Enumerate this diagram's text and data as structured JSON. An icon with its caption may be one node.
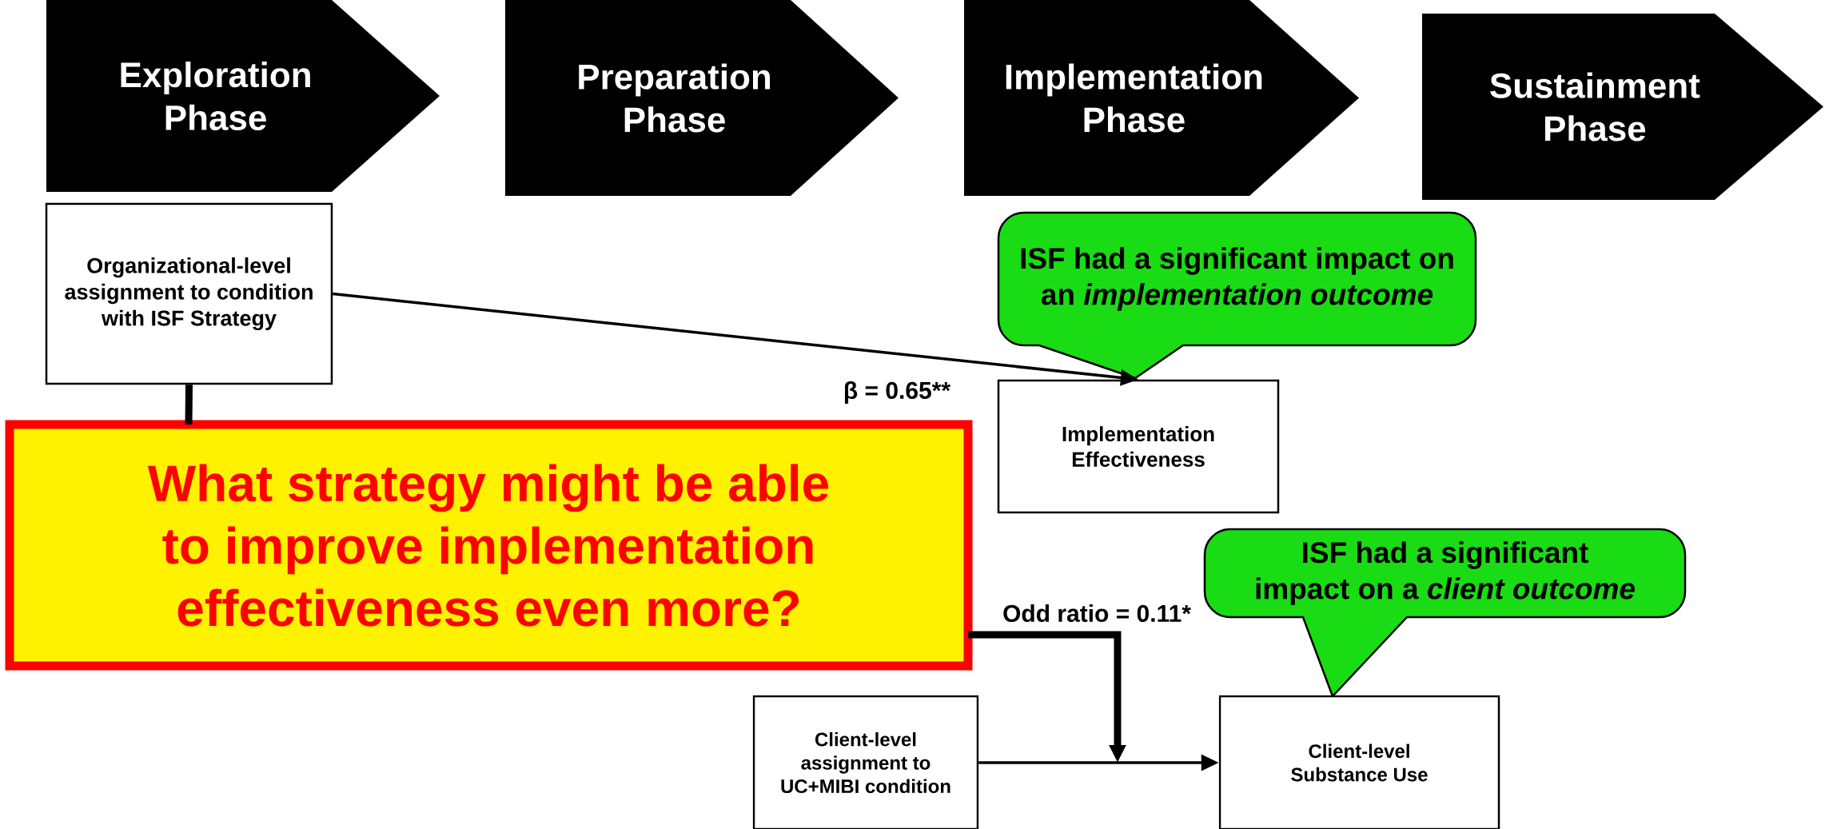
{
  "diagram": {
    "nodes": [
      {
        "text": [
          "Exploration Phase"
        ]
      },
      {
        "text": [
          "Preparation Phase"
        ]
      },
      {
        "text": [
          "Implementation Phase"
        ]
      },
      {
        "text": [
          "Sustainment Phase"
        ]
      },
      {
        "text": [
          "Organizational-level assignment to condition with ISF Strategy"
        ]
      },
      {
        "text": [
          "ISF had a significant impact on an *implementation outcome*"
        ]
      },
      {
        "text": [
          "Implementation Effectiveness"
        ]
      },
      {
        "text": [
          "What strategy might be able to improve implementation effectiveness even more?"
        ]
      },
      {
        "text": [
          "ISF had a significant impact on a *client outcome*"
        ]
      },
      {
        "text": [
          "Client-level assignment to UC+MIBI condition"
        ]
      },
      {
        "text": [
          "Client-level Substance Use"
        ]
      }
    ],
    "edges": [
      {
        "from": 4,
        "to": 6,
        "arrow": "to",
        "label": "β = 0.65**"
      },
      {
        "from": 4,
        "to": null,
        "arrow": "to",
        "style": "thick",
        "label": "Odd ratio = 0.11*"
      },
      {
        "from": 9,
        "to": 10,
        "arrow": "to"
      }
    ]
  }
}
